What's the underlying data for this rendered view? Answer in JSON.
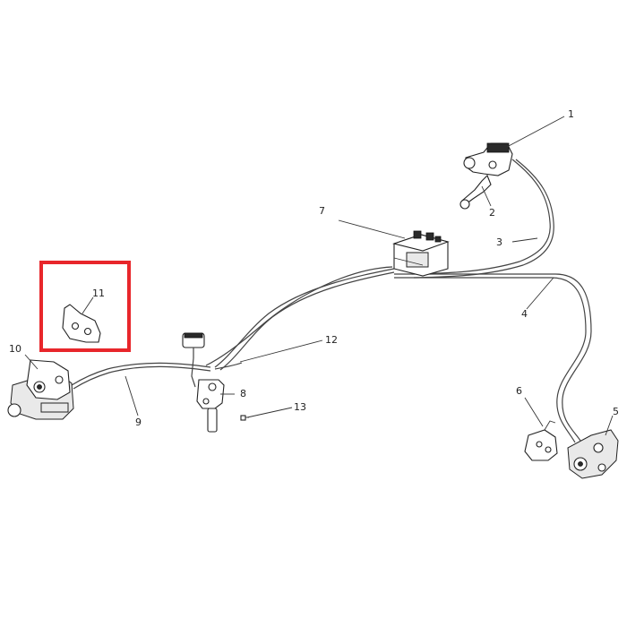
{
  "callouts": [
    {
      "id": "1",
      "text": "1"
    },
    {
      "id": "2",
      "text": "2"
    },
    {
      "id": "3",
      "text": "3"
    },
    {
      "id": "4",
      "text": "4"
    },
    {
      "id": "5",
      "text": "5"
    },
    {
      "id": "6",
      "text": "6"
    },
    {
      "id": "7",
      "text": "7"
    },
    {
      "id": "8",
      "text": "8"
    },
    {
      "id": "9",
      "text": "9"
    },
    {
      "id": "10",
      "text": "10"
    },
    {
      "id": "11",
      "text": "11"
    },
    {
      "id": "12",
      "text": "12"
    },
    {
      "id": "13",
      "text": "13"
    }
  ],
  "highlight": {
    "part": "11",
    "color": "#e8262b"
  },
  "colors": {
    "line": "#333333",
    "background": "#ffffff"
  }
}
